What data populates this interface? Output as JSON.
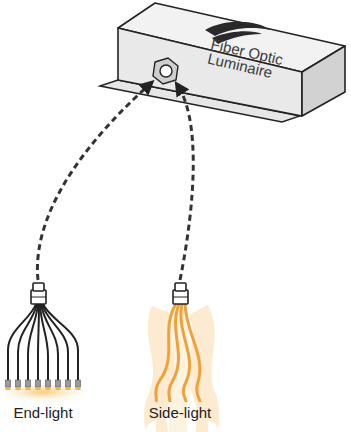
{
  "diagram": {
    "nodes": [
      {
        "text": [
          "Fiber Optic Luminaire"
        ]
      }
    ],
    "labels": [
      "End-light",
      "Side-light"
    ]
  }
}
